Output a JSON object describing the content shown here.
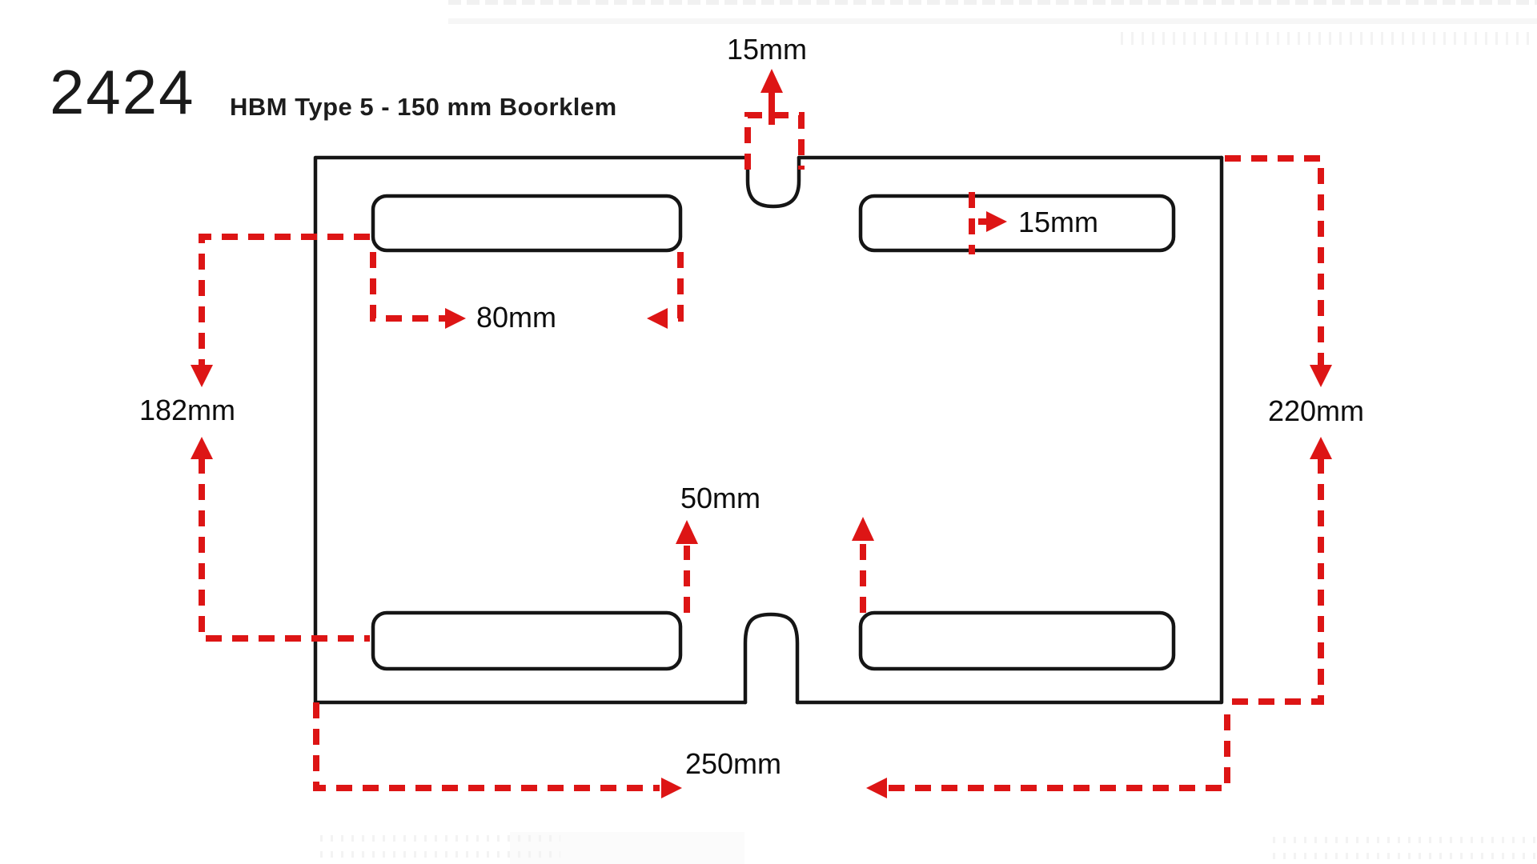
{
  "header": {
    "part_number": "2424",
    "title": "HBM Type 5 - 150 mm Boorklem"
  },
  "dimension_labels": {
    "top_notch_width": "15mm",
    "slot_height": "15mm",
    "slot_offset": "80mm",
    "inner_height": "182mm",
    "outer_height": "220mm",
    "slot_gap": "50mm",
    "plate_width": "250mm"
  },
  "colors": {
    "dimension_red": "#dd1515",
    "outline_black": "#151515"
  }
}
